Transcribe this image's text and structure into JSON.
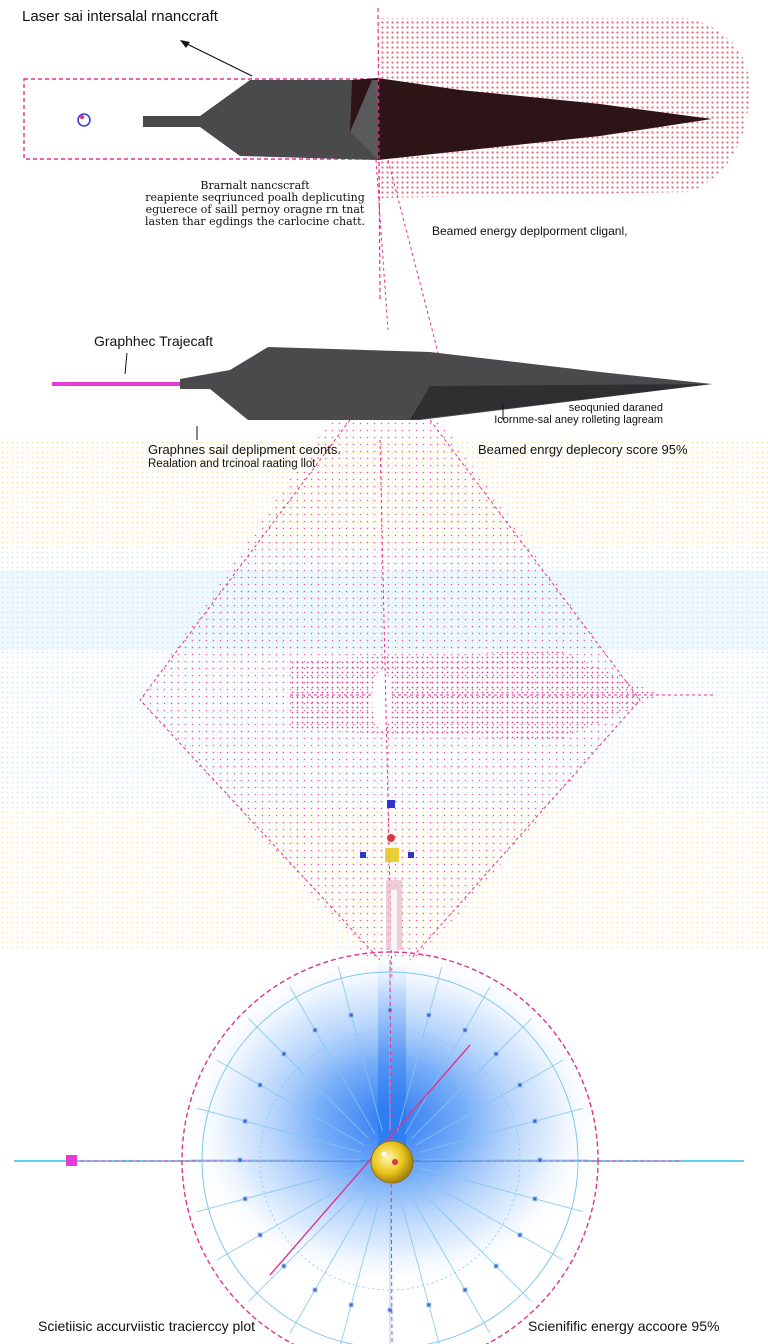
{
  "top": {
    "title": "Laser sai  intersalal rnanccraft",
    "caption_lines": [
      "Brarnalt nancscraft",
      "reapiente    seqriunced poalh deplicuting",
      "eguerece of saill pernoy oragne rn tnat",
      "lasten thar egdings the carlocine chatt."
    ],
    "right_caption": "Beamed energy deplporment cliganl,"
  },
  "middle": {
    "label": "Graphhec Trajecaft",
    "right_caption_lines": [
      "seoqunied daraned",
      "Icornme-sal aney rolleting lagream"
    ],
    "left_caption_title": "Graphnes sail deplipment ceonts.",
    "left_caption_sub": "Realation and trcinoal raating llot",
    "score_caption": "Beamed enrgy deplecory score 95%"
  },
  "footer": {
    "left": "Scietiisic accurviistic tracierccy plot",
    "right": "Scienifific energy accoore 95%"
  },
  "colors": {
    "magenta": "#e0338f",
    "red_dots": "#d9364a",
    "craft_dark": "#4a4a4c",
    "craft_shadow": "#2d1416",
    "beam_blue": "#2a7cf0",
    "cyan_line": "#2ec0e6",
    "gold": "#e9c61a",
    "yellow_tint": "#f6e87a",
    "blue_tint": "#bfe3f6"
  },
  "icons": [
    "target-icon",
    "sun-core-icon"
  ]
}
